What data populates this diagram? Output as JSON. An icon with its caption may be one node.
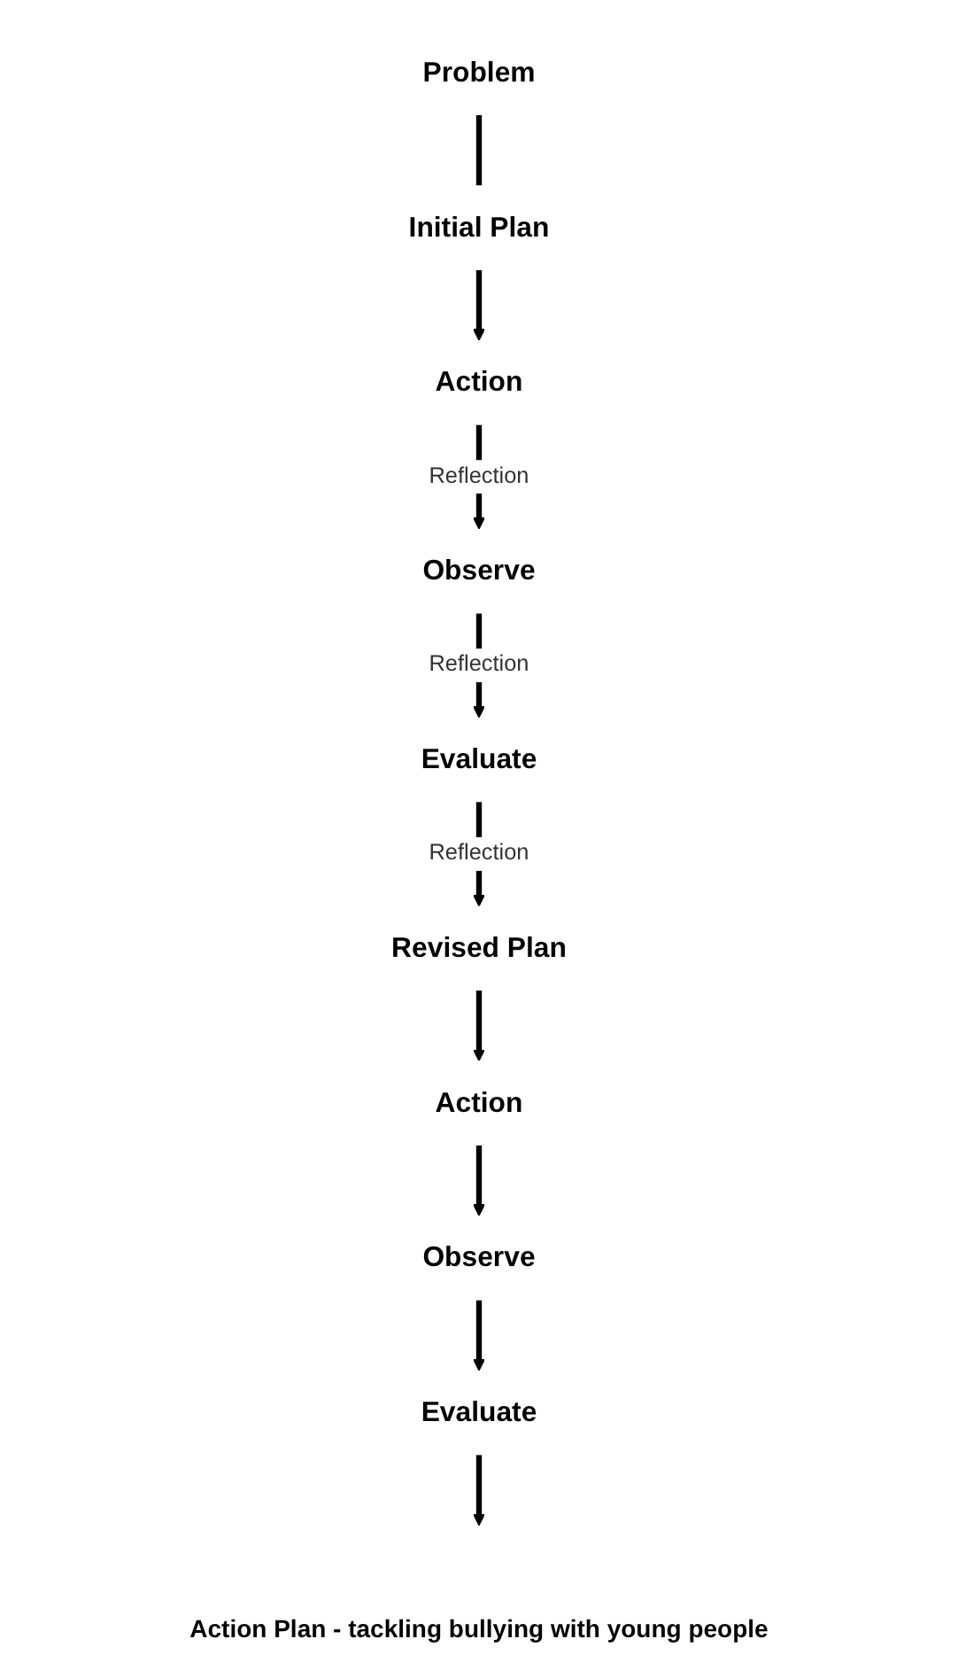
{
  "diagram": {
    "caption": "Action Plan - tackling bullying with young people",
    "nodes": [
      {
        "text": [
          "Observe"
        ]
      },
      {
        "text": [
          "Action"
        ]
      },
      {
        "text": [
          "Evaluate"
        ]
      },
      {
        "text": [
          "Problem"
        ]
      },
      {
        "text": [
          "Initial Plan"
        ]
      },
      {
        "text": [
          "Observe"
        ]
      },
      {
        "text": [
          "Action"
        ]
      },
      {
        "text": [
          "Evaluate"
        ]
      },
      {
        "text": [
          "Revised Plan"
        ]
      }
    ],
    "edges": [
      {
        "from": 1,
        "to": 0,
        "arrow": "to",
        "label": "Reflection"
      },
      {
        "from": 0,
        "to": 2,
        "arrow": "to",
        "label": "Reflection"
      },
      {
        "from": 3,
        "to": 4,
        "arrow": "none"
      },
      {
        "from": 4,
        "to": 1,
        "arrow": "to"
      },
      {
        "from": 2,
        "to": 8,
        "arrow": "to",
        "label": "Reflection"
      },
      {
        "from": 8,
        "to": 6,
        "arrow": "to"
      },
      {
        "from": 6,
        "to": 5,
        "arrow": "to"
      },
      {
        "from": 5,
        "to": 7,
        "arrow": "to"
      },
      {
        "from": 7,
        "to": null,
        "arrow": "to"
      }
    ]
  }
}
